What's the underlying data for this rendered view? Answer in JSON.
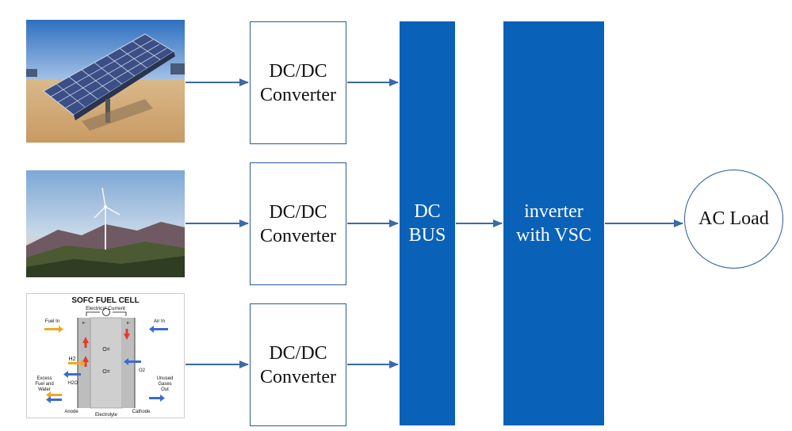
{
  "sources": [
    {
      "name": "solar-panel"
    },
    {
      "name": "wind-turbine"
    },
    {
      "name": "fuel-cell",
      "title": "SOFC FUEL CELL",
      "current": "Electrical Current",
      "fuel_in": "Fuel In",
      "air_in": "Air In",
      "excess": [
        "Excess",
        "Fuel and",
        "Water"
      ],
      "unused": [
        "Unused",
        "Gases",
        "Out"
      ],
      "anode": "Anode",
      "electrolyte": "Electrolyte",
      "cathode": "Cathode",
      "h2": "H2",
      "h2o": "H2O",
      "o2": "O2",
      "oxide": "O=",
      "electron": "e-"
    }
  ],
  "converters": [
    {
      "line1": "DC/DC",
      "line2": "Converter"
    },
    {
      "line1": "DC/DC",
      "line2": "Converter"
    },
    {
      "line1": "DC/DC",
      "line2": "Converter"
    }
  ],
  "dc_bus": {
    "line1": "DC",
    "line2": "BUS"
  },
  "inverter": {
    "line1": "inverter",
    "line2": "with VSC"
  },
  "load": {
    "label": "AC Load"
  },
  "colors": {
    "bar": "#0a62b8",
    "arrow": "#3a6aa8",
    "border": "#2a5a9a"
  }
}
